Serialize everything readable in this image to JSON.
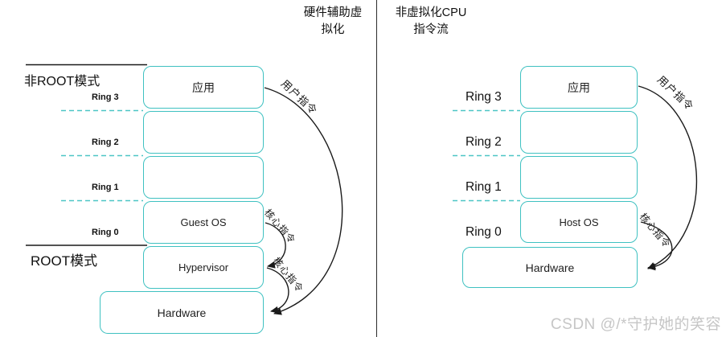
{
  "left_panel": {
    "title_lines": [
      "硬件辅助虚",
      "拟化"
    ],
    "mode_top": "非ROOT模式",
    "mode_bottom": "ROOT模式",
    "rings": [
      "Ring 3",
      "Ring 2",
      "Ring 1",
      "Ring 0"
    ],
    "boxes": {
      "app": "应用",
      "guest_os": "Guest OS",
      "hypervisor": "Hypervisor",
      "hardware": "Hardware"
    },
    "arrow_labels": {
      "user_instructions": "用户指令",
      "kernel_instructions_1": "核心指令",
      "kernel_instructions_2": "核心指令"
    }
  },
  "right_panel": {
    "title_lines": [
      "非虚拟化CPU",
      "指令流"
    ],
    "rings": [
      "Ring 3",
      "Ring 2",
      "Ring 1",
      "Ring 0"
    ],
    "boxes": {
      "app": "应用",
      "host_os": "Host OS",
      "hardware": "Hardware"
    },
    "arrow_labels": {
      "user_instructions": "用户指令",
      "kernel_instructions": "核心指令"
    }
  },
  "watermark": "CSDN @/*守护她的笑容",
  "colors": {
    "box_border": "#3fc1c1",
    "dashed_line": "#4cc6c6",
    "arrow": "#1a1a1a",
    "watermark": "#c6c6c6"
  }
}
